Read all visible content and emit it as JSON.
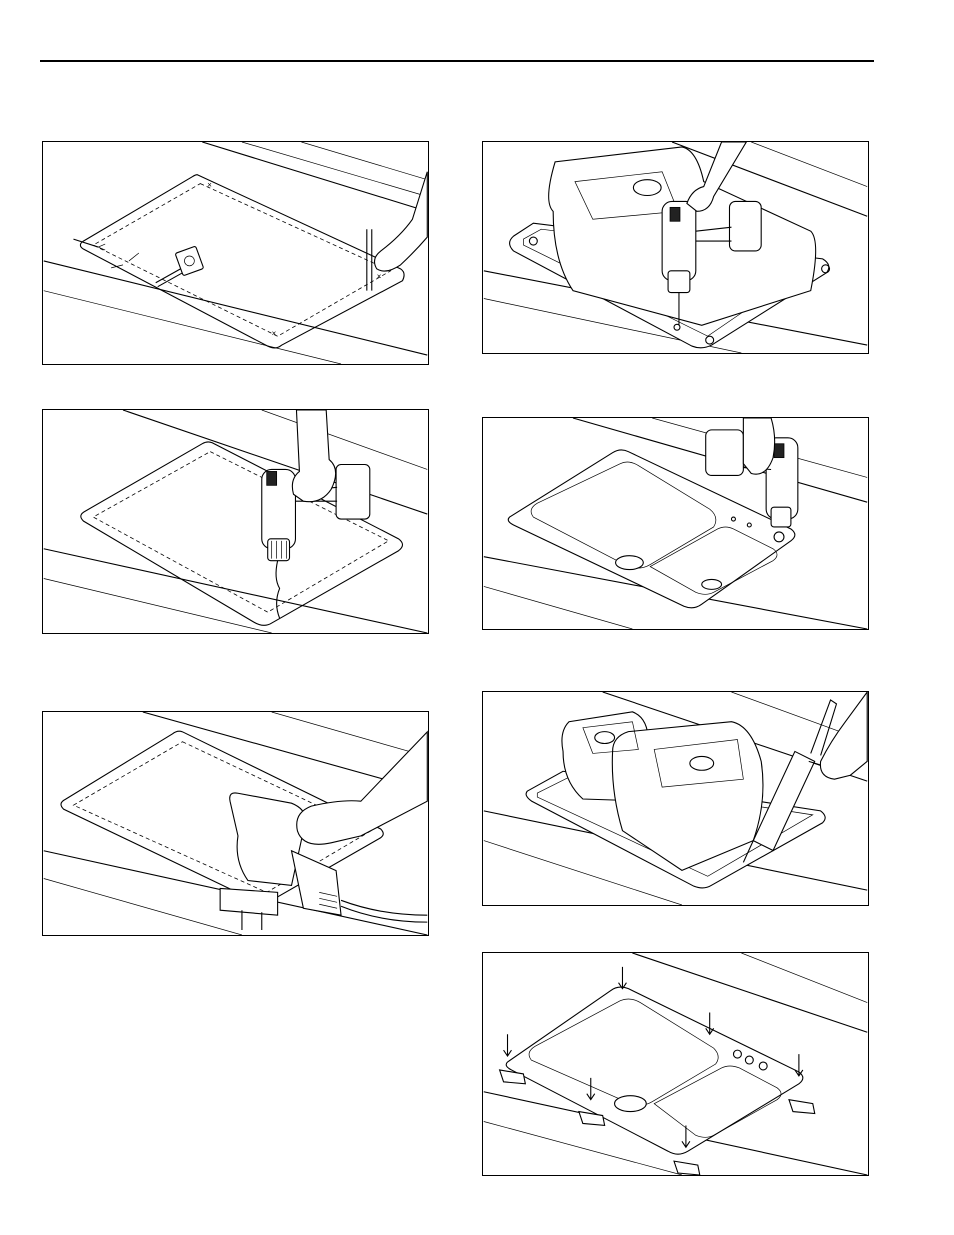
{
  "document": {
    "figures": [
      {
        "id": "step-measure",
        "icons": [
          "tape-measure-icon",
          "pencil-icon",
          "hand-icon"
        ]
      },
      {
        "id": "step-drill-pilot",
        "icons": [
          "drill-icon",
          "hand-icon"
        ]
      },
      {
        "id": "step-jigsaw-cut",
        "icons": [
          "jigsaw-icon",
          "hand-icon"
        ]
      },
      {
        "id": "step-drill-faucet-holes",
        "icons": [
          "sink-icon",
          "drill-icon",
          "hand-icon"
        ]
      },
      {
        "id": "step-drill-faucet-holes-2",
        "icons": [
          "sink-icon",
          "drill-icon",
          "hand-icon"
        ]
      },
      {
        "id": "step-apply-caulk",
        "icons": [
          "sink-icon",
          "caulk-gun-icon",
          "hand-icon"
        ]
      },
      {
        "id": "step-install-clips",
        "icons": [
          "sink-icon",
          "clip-icon",
          "arrow-icon"
        ]
      }
    ]
  }
}
